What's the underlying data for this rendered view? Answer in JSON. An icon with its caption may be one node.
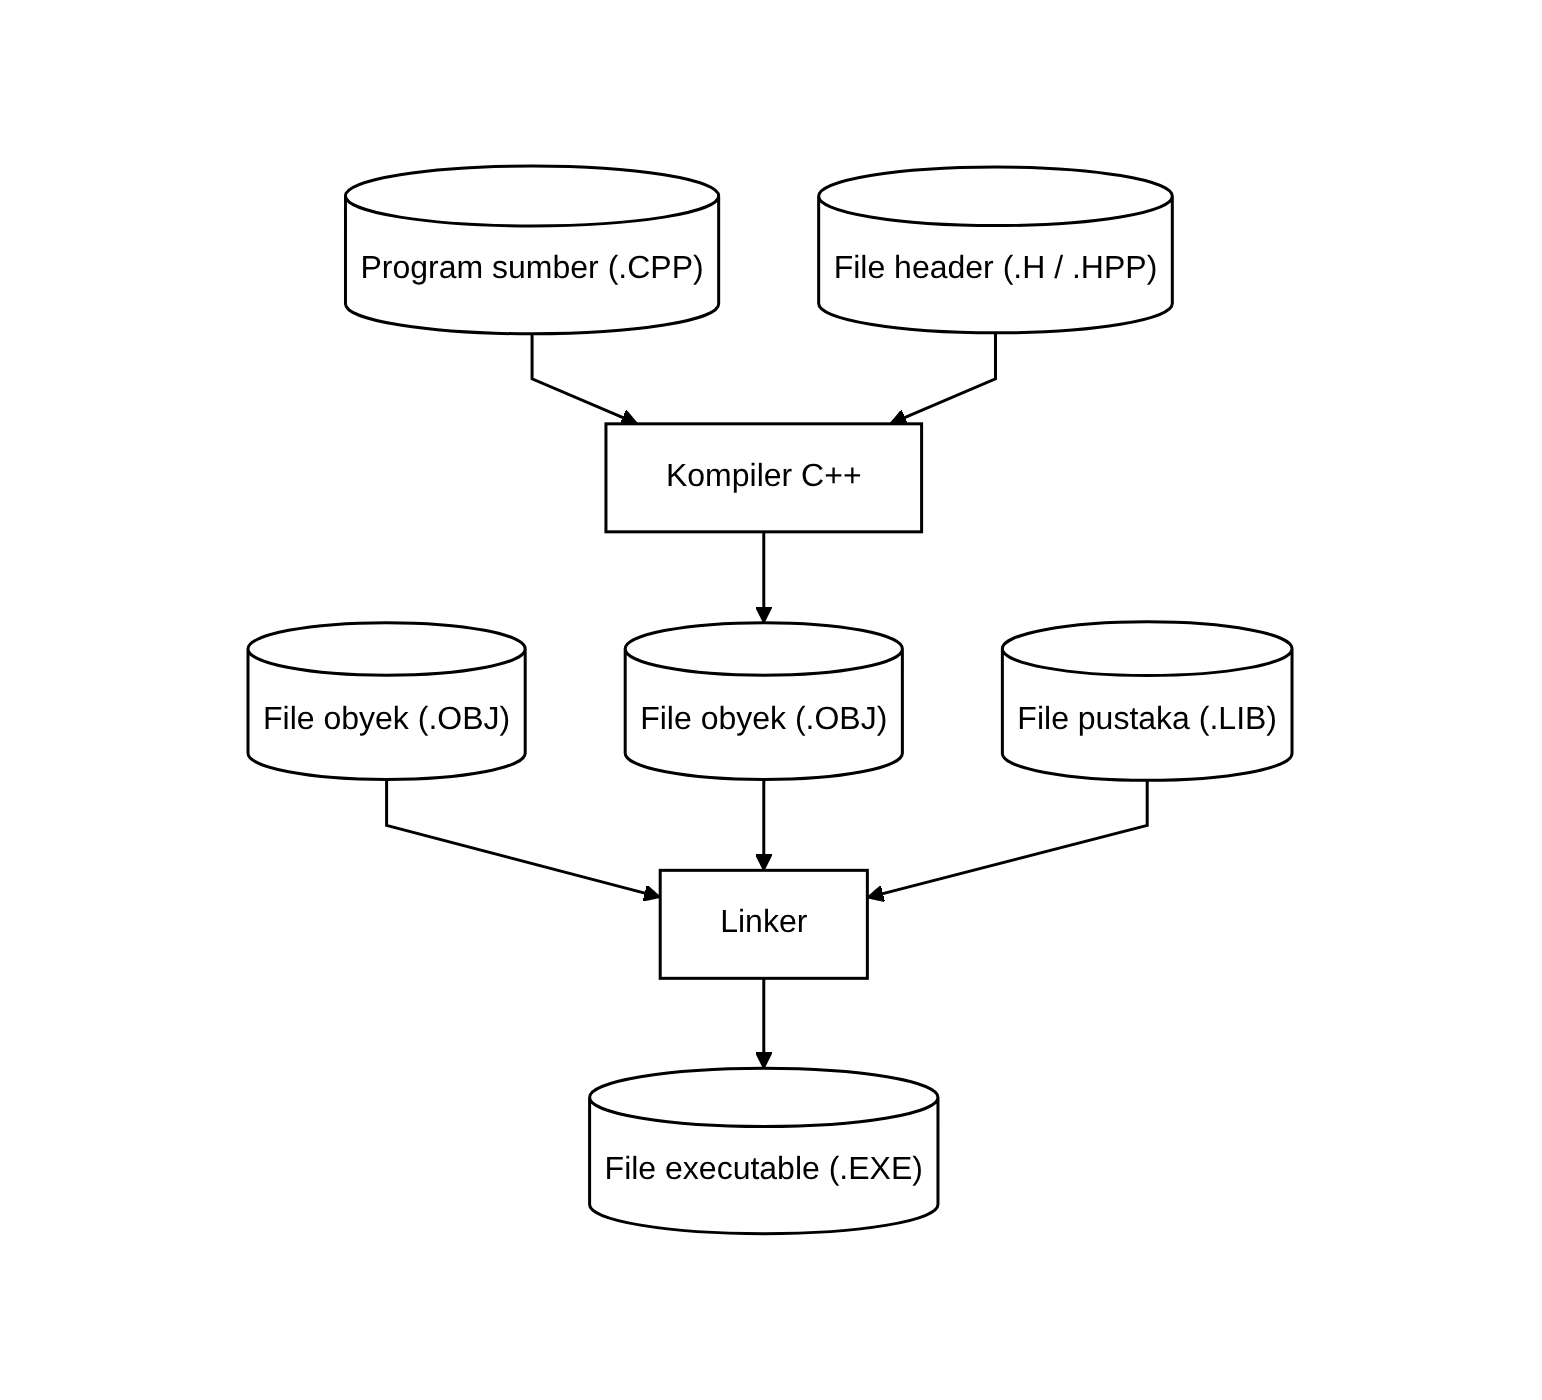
{
  "diagram": {
    "nodes": [
      {
        "text": [
          "Program sumber (.CPP)"
        ]
      },
      {
        "text": [
          "File header (.H / .HPP)"
        ]
      },
      {
        "text": [
          "Kompiler C++"
        ]
      },
      {
        "text": [
          "File obyek (.OBJ)"
        ]
      },
      {
        "text": [
          "File obyek (.OBJ)"
        ]
      },
      {
        "text": [
          "File pustaka (.LIB)"
        ]
      },
      {
        "text": [
          "Linker"
        ]
      },
      {
        "text": [
          "File executable (.EXE)"
        ]
      }
    ],
    "edges": [
      {
        "from": 0,
        "to": 2,
        "arrow": "to"
      },
      {
        "from": 1,
        "to": 2,
        "arrow": "to"
      },
      {
        "from": 2,
        "to": 4,
        "arrow": "to"
      },
      {
        "from": 3,
        "to": 6,
        "arrow": "to"
      },
      {
        "from": 4,
        "to": 6,
        "arrow": "to"
      },
      {
        "from": 5,
        "to": 6,
        "arrow": "to"
      },
      {
        "from": 6,
        "to": 7,
        "arrow": "to"
      }
    ]
  }
}
